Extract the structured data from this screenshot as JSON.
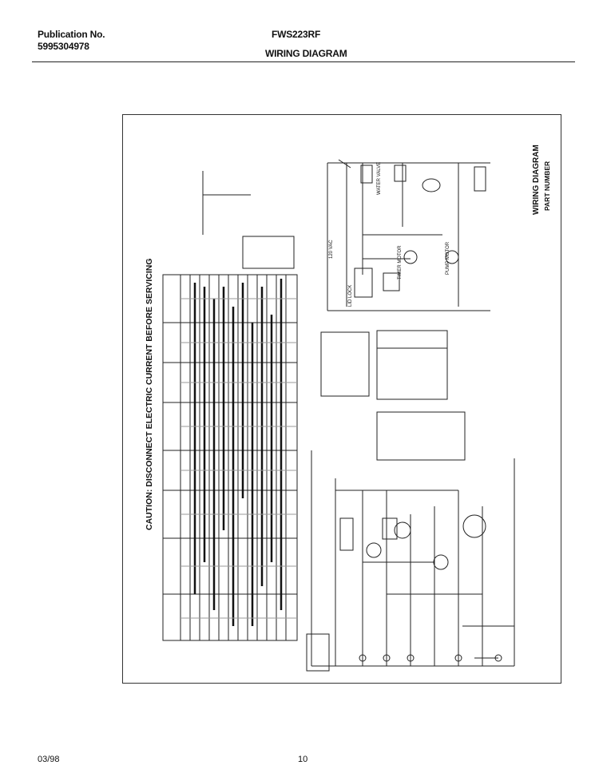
{
  "header": {
    "publication_label": "Publication No.",
    "publication_number": "5995304978",
    "model": "FWS223RF",
    "diagram_title": "WIRING DIAGRAM"
  },
  "diagram": {
    "caution": "CAUTION: DISCONNECT ELECTRIC CURRENT BEFORE SERVICING",
    "side_title": "WIRING DIAGRAM",
    "side_subtitle": "PART NUMBER",
    "voltage": "120 VAC",
    "lid_lock": "LID LOCK",
    "timer_motor": "TIMER MOTOR",
    "pump_motor": "PUMP MOTOR",
    "water_valve": "WATER VALVE"
  },
  "footer": {
    "date": "03/98",
    "page": "10"
  }
}
